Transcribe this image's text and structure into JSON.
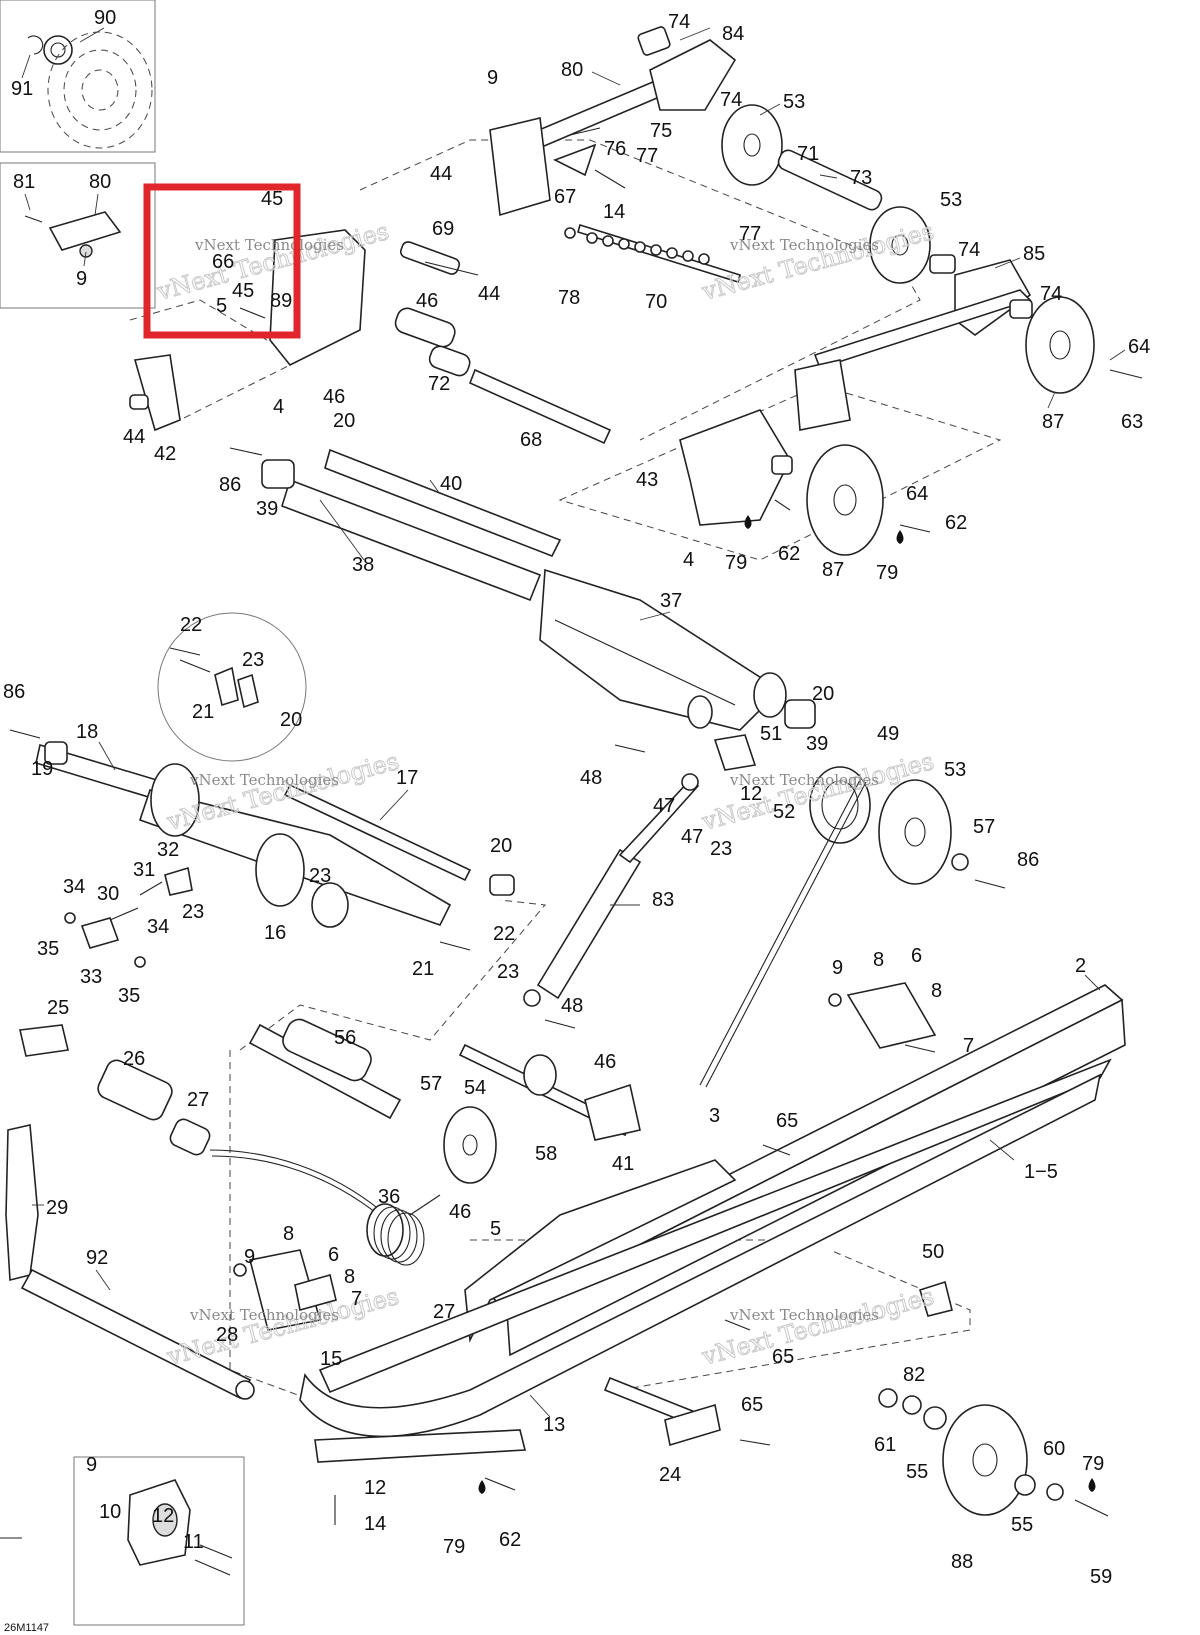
{
  "diagram_code": "26M1147",
  "watermark": "vNext Technologies",
  "watermark_big": "vNext Technologies",
  "colors": {
    "highlight": "#e0262b",
    "line": "#222222",
    "background": "#ffffff"
  },
  "icons": [
    "grease-drop-icon"
  ],
  "callouts": [
    {
      "id": "c90",
      "text": "90"
    },
    {
      "id": "c91",
      "text": "91"
    },
    {
      "id": "c81",
      "text": "81"
    },
    {
      "id": "c80a",
      "text": "80"
    },
    {
      "id": "c9a",
      "text": "9"
    },
    {
      "id": "c45a",
      "text": "45"
    },
    {
      "id": "c66",
      "text": "66"
    },
    {
      "id": "c5a",
      "text": "5"
    },
    {
      "id": "c45b",
      "text": "45"
    },
    {
      "id": "c89",
      "text": "89"
    },
    {
      "id": "c74a",
      "text": "74"
    },
    {
      "id": "c84",
      "text": "84"
    },
    {
      "id": "c9b",
      "text": "9"
    },
    {
      "id": "c80b",
      "text": "80"
    },
    {
      "id": "c74b",
      "text": "74"
    },
    {
      "id": "c53a",
      "text": "53"
    },
    {
      "id": "c75",
      "text": "75"
    },
    {
      "id": "c76",
      "text": "76"
    },
    {
      "id": "c77a",
      "text": "77"
    },
    {
      "id": "c71",
      "text": "71"
    },
    {
      "id": "c73",
      "text": "73"
    },
    {
      "id": "c44a",
      "text": "44"
    },
    {
      "id": "c67",
      "text": "67"
    },
    {
      "id": "c14a",
      "text": "14"
    },
    {
      "id": "c53b",
      "text": "53"
    },
    {
      "id": "c69",
      "text": "69"
    },
    {
      "id": "c77b",
      "text": "77"
    },
    {
      "id": "c74c",
      "text": "74"
    },
    {
      "id": "c85",
      "text": "85"
    },
    {
      "id": "c44b",
      "text": "44"
    },
    {
      "id": "c46a",
      "text": "46"
    },
    {
      "id": "c78",
      "text": "78"
    },
    {
      "id": "c70",
      "text": "70"
    },
    {
      "id": "c74d",
      "text": "74"
    },
    {
      "id": "c64a",
      "text": "64"
    },
    {
      "id": "c72",
      "text": "72"
    },
    {
      "id": "c4a",
      "text": "4"
    },
    {
      "id": "c46b",
      "text": "46"
    },
    {
      "id": "c44c",
      "text": "44"
    },
    {
      "id": "c42",
      "text": "42"
    },
    {
      "id": "c68",
      "text": "68"
    },
    {
      "id": "c87a",
      "text": "87"
    },
    {
      "id": "c63",
      "text": "63"
    },
    {
      "id": "c20a",
      "text": "20"
    },
    {
      "id": "c43",
      "text": "43"
    },
    {
      "id": "c86a",
      "text": "86"
    },
    {
      "id": "c39a",
      "text": "39"
    },
    {
      "id": "c40",
      "text": "40"
    },
    {
      "id": "c64b",
      "text": "64"
    },
    {
      "id": "c62a",
      "text": "62"
    },
    {
      "id": "c4b",
      "text": "4"
    },
    {
      "id": "c79a",
      "text": "79"
    },
    {
      "id": "c62b",
      "text": "62"
    },
    {
      "id": "c87b",
      "text": "87"
    },
    {
      "id": "c79b",
      "text": "79"
    },
    {
      "id": "c38",
      "text": "38"
    },
    {
      "id": "c37",
      "text": "37"
    },
    {
      "id": "c22a",
      "text": "22"
    },
    {
      "id": "c23a",
      "text": "23"
    },
    {
      "id": "c21a",
      "text": "21"
    },
    {
      "id": "c20b",
      "text": "20"
    },
    {
      "id": "c86b",
      "text": "86"
    },
    {
      "id": "c18",
      "text": "18"
    },
    {
      "id": "c20c",
      "text": "20"
    },
    {
      "id": "c51",
      "text": "51"
    },
    {
      "id": "c39b",
      "text": "39"
    },
    {
      "id": "c49",
      "text": "49"
    },
    {
      "id": "c19",
      "text": "19"
    },
    {
      "id": "c17",
      "text": "17"
    },
    {
      "id": "c48a",
      "text": "48"
    },
    {
      "id": "c47a",
      "text": "47"
    },
    {
      "id": "c12a",
      "text": "12"
    },
    {
      "id": "c52",
      "text": "52"
    },
    {
      "id": "c53c",
      "text": "53"
    },
    {
      "id": "c47b",
      "text": "47"
    },
    {
      "id": "c23b",
      "text": "23"
    },
    {
      "id": "c57a",
      "text": "57"
    },
    {
      "id": "c20d",
      "text": "20"
    },
    {
      "id": "c86c",
      "text": "86"
    },
    {
      "id": "c32",
      "text": "32"
    },
    {
      "id": "c31",
      "text": "31"
    },
    {
      "id": "c23c",
      "text": "23"
    },
    {
      "id": "c34a",
      "text": "34"
    },
    {
      "id": "c30",
      "text": "30"
    },
    {
      "id": "c23d",
      "text": "23"
    },
    {
      "id": "c83",
      "text": "83"
    },
    {
      "id": "c16",
      "text": "16"
    },
    {
      "id": "c35a",
      "text": "35"
    },
    {
      "id": "c34b",
      "text": "34"
    },
    {
      "id": "c22b",
      "text": "22"
    },
    {
      "id": "c33",
      "text": "33"
    },
    {
      "id": "c21b",
      "text": "21"
    },
    {
      "id": "c35b",
      "text": "35"
    },
    {
      "id": "c23e",
      "text": "23"
    },
    {
      "id": "c9c",
      "text": "9"
    },
    {
      "id": "c8a",
      "text": "8"
    },
    {
      "id": "c6a",
      "text": "6"
    },
    {
      "id": "c2",
      "text": "2"
    },
    {
      "id": "c8b",
      "text": "8"
    },
    {
      "id": "c48b",
      "text": "48"
    },
    {
      "id": "c25",
      "text": "25"
    },
    {
      "id": "c56",
      "text": "56"
    },
    {
      "id": "c7a",
      "text": "7"
    },
    {
      "id": "c26",
      "text": "26"
    },
    {
      "id": "c46c",
      "text": "46"
    },
    {
      "id": "c57b",
      "text": "57"
    },
    {
      "id": "c54",
      "text": "54"
    },
    {
      "id": "c27a",
      "text": "27"
    },
    {
      "id": "c3",
      "text": "3"
    },
    {
      "id": "c65a",
      "text": "65"
    },
    {
      "id": "c58",
      "text": "58"
    },
    {
      "id": "c41",
      "text": "41"
    },
    {
      "id": "c15",
      "text": "1−5"
    },
    {
      "id": "c29",
      "text": "29"
    },
    {
      "id": "c36",
      "text": "36"
    },
    {
      "id": "c46d",
      "text": "46"
    },
    {
      "id": "c5b",
      "text": "5"
    },
    {
      "id": "c92",
      "text": "92"
    },
    {
      "id": "c9d",
      "text": "9"
    },
    {
      "id": "c8c",
      "text": "8"
    },
    {
      "id": "c6b",
      "text": "6"
    },
    {
      "id": "c50",
      "text": "50"
    },
    {
      "id": "c8d",
      "text": "8"
    },
    {
      "id": "c27b",
      "text": "27"
    },
    {
      "id": "c7b",
      "text": "7"
    },
    {
      "id": "c28",
      "text": "28"
    },
    {
      "id": "c65b",
      "text": "65"
    },
    {
      "id": "c15b",
      "text": "15"
    },
    {
      "id": "c82",
      "text": "82"
    },
    {
      "id": "c13",
      "text": "13"
    },
    {
      "id": "c65c",
      "text": "65"
    },
    {
      "id": "c61",
      "text": "61"
    },
    {
      "id": "c24",
      "text": "24"
    },
    {
      "id": "c55a",
      "text": "55"
    },
    {
      "id": "c60",
      "text": "60"
    },
    {
      "id": "c79c",
      "text": "79"
    },
    {
      "id": "c9e",
      "text": "9"
    },
    {
      "id": "c12b",
      "text": "12"
    },
    {
      "id": "c10",
      "text": "10"
    },
    {
      "id": "c12c",
      "text": "12"
    },
    {
      "id": "c11",
      "text": "11"
    },
    {
      "id": "c14b",
      "text": "14"
    },
    {
      "id": "c79d",
      "text": "79"
    },
    {
      "id": "c62c",
      "text": "62"
    },
    {
      "id": "c88",
      "text": "88"
    },
    {
      "id": "c55b",
      "text": "55"
    },
    {
      "id": "c59",
      "text": "59"
    }
  ]
}
